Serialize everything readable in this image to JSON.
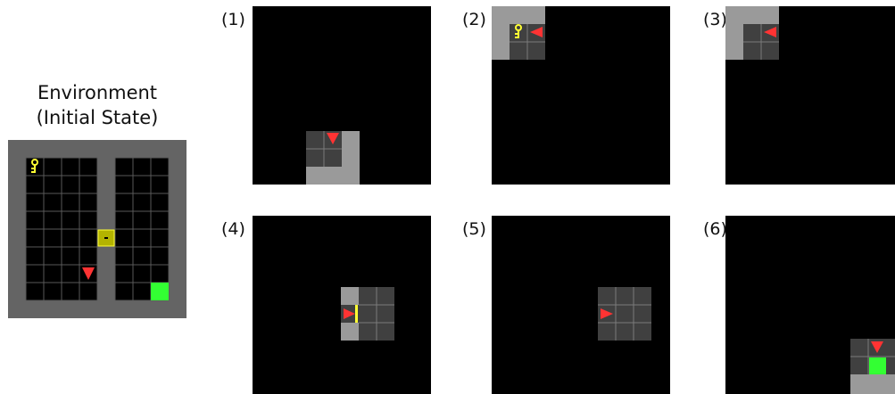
{
  "environment": {
    "title_line1": "Environment",
    "title_line2": "(Initial State)",
    "grid": {
      "cols": 10,
      "rows": 10
    },
    "key_cell": [
      1,
      1
    ],
    "door_cell": [
      5,
      5
    ],
    "agent_cell": [
      4,
      7
    ],
    "agent_direction": "down",
    "goal_cell": [
      8,
      8
    ],
    "colors": {
      "wall": "#646464",
      "floor": "#000000",
      "grid_line": "#595959",
      "agent": "#ff3333",
      "key": "#ffff33",
      "door": "#b3b300",
      "goal": "#33ff33"
    }
  },
  "panels": [
    {
      "label": "(1)",
      "view_cells": [
        [
          1,
          0,
          "wall"
        ],
        [
          0,
          1,
          "wall"
        ],
        [
          1,
          1,
          "wall"
        ]
      ],
      "wall_block": "bottom-right",
      "agent_direction": "down",
      "key": false,
      "door": false,
      "goal": false
    },
    {
      "label": "(2)",
      "view_cells": [],
      "wall_block": "top-left",
      "agent_direction": "left",
      "key": true,
      "door": false,
      "goal": false
    },
    {
      "label": "(3)",
      "view_cells": [],
      "wall_block": "top-left",
      "agent_direction": "left",
      "key": false,
      "door": false,
      "goal": false
    },
    {
      "label": "(4)",
      "view_cells": [],
      "wall_block": "left-column",
      "agent_direction": "right",
      "key": false,
      "door": true,
      "goal": false
    },
    {
      "label": "(5)",
      "view_cells": [],
      "wall_block": "none",
      "agent_direction": "right",
      "key": false,
      "door": false,
      "goal": false
    },
    {
      "label": "(6)",
      "view_cells": [],
      "wall_block": "bottom-left",
      "agent_direction": "down",
      "key": false,
      "door": false,
      "goal": true
    }
  ],
  "panel_colors": {
    "background": "#000000",
    "visible_floor": "#404040",
    "visible_wall": "#9a9a9a",
    "grid_line": "#7a7a7a"
  }
}
